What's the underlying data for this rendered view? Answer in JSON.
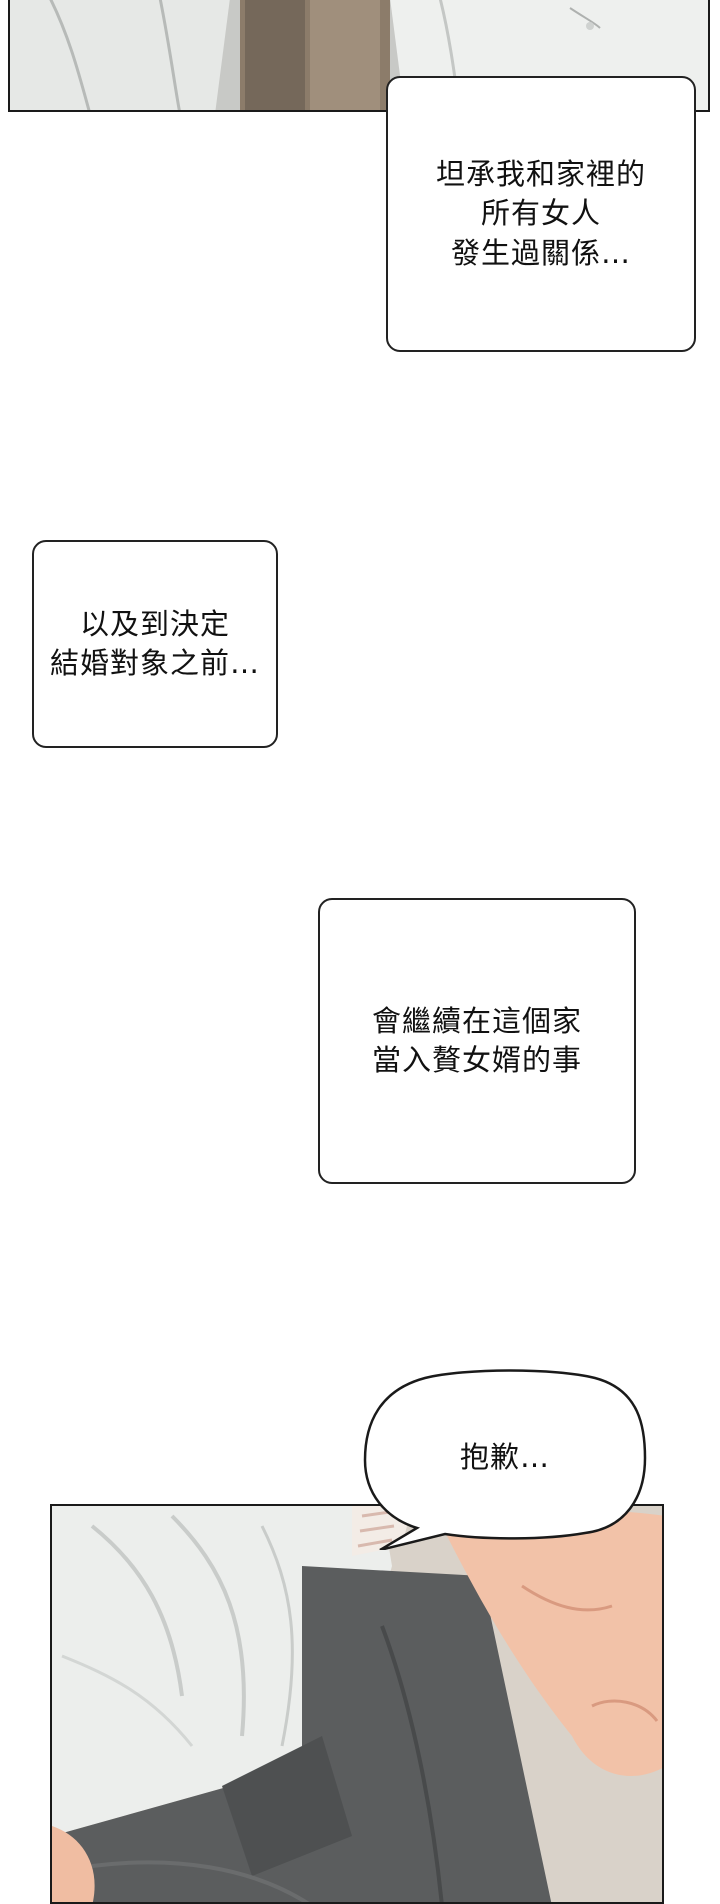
{
  "captions": [
    {
      "lines": [
        "坦承我和家裡的",
        "所有女人",
        "發生過關係…"
      ]
    },
    {
      "lines": [
        "以及到決定",
        "結婚對象之前…"
      ]
    },
    {
      "lines": [
        "會繼續在這個家",
        "當入贅女婿的事"
      ]
    }
  ],
  "speech_bubble": {
    "text": "抱歉…"
  },
  "colors": {
    "shirt_white": "#eceeec",
    "shirt_shadow": "#c9ccca",
    "pants_gray": "#5b5d5e",
    "skin": "#f2c2a8",
    "background_brown": "#8a7a68"
  }
}
